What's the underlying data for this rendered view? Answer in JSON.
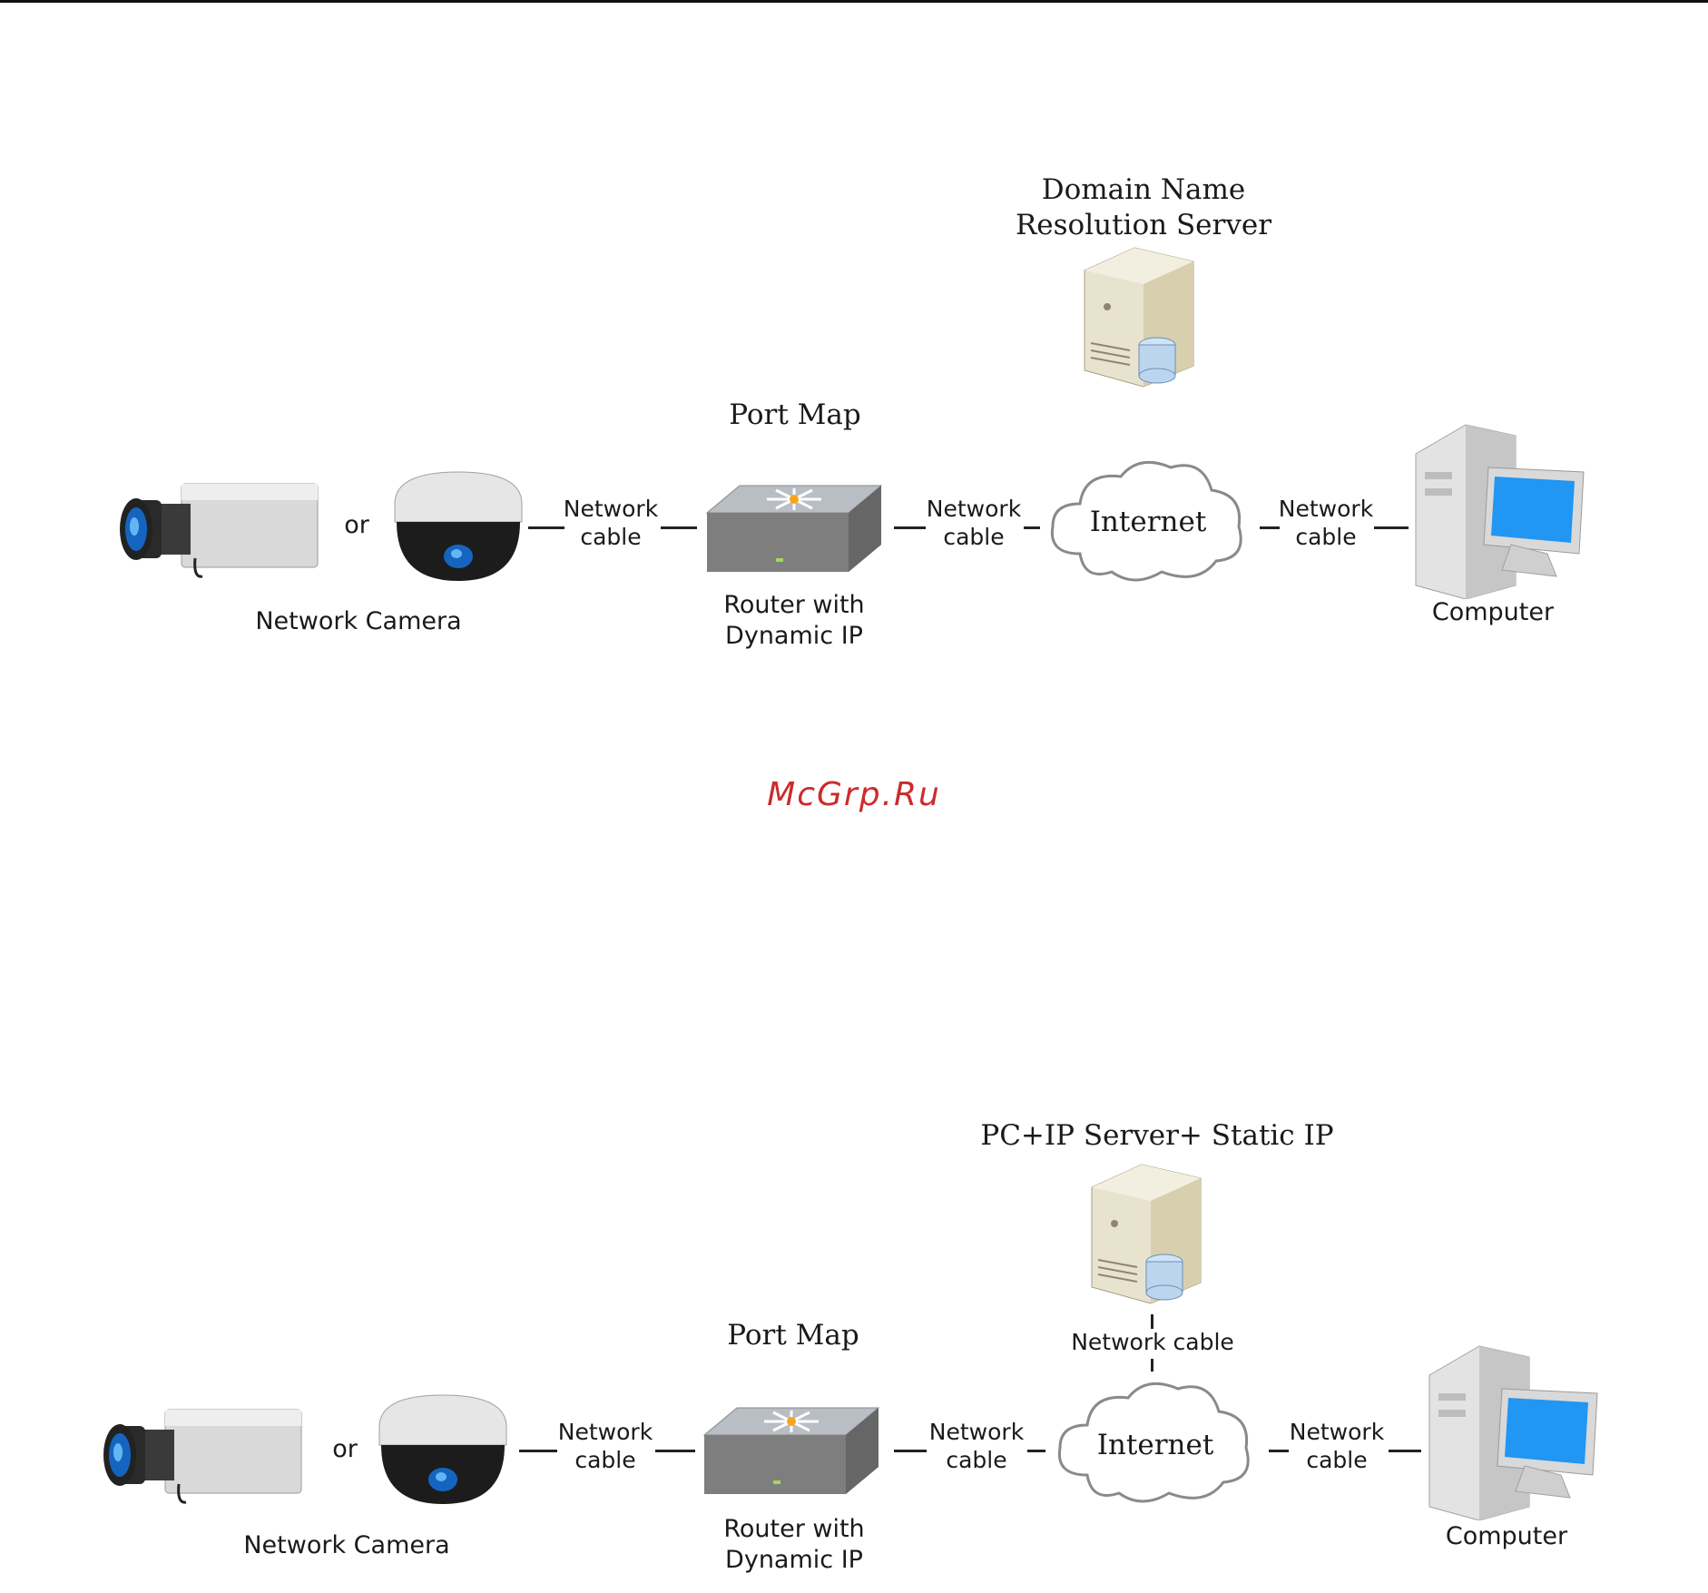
{
  "watermark": "McGrp.Ru",
  "diagrams": [
    {
      "camera_label": "Network Camera",
      "or_label": "or",
      "router_top_label": "Port Map",
      "router_label": "Router  with\nDynamic IP",
      "internet_label": "Internet",
      "computer_label": "Computer",
      "server_label": "Domain Name\nResolution Server",
      "cable_label": "Network\ncable"
    },
    {
      "camera_label": "Network Camera",
      "or_label": "or",
      "router_top_label": "Port Map",
      "router_label": "Router  with\nDynamic IP",
      "internet_label": "Internet",
      "computer_label": "Computer",
      "server_label": "PC+IP Server+ Static IP",
      "cable_label": "Network\ncable",
      "server_cable_label": "Network cable"
    }
  ]
}
